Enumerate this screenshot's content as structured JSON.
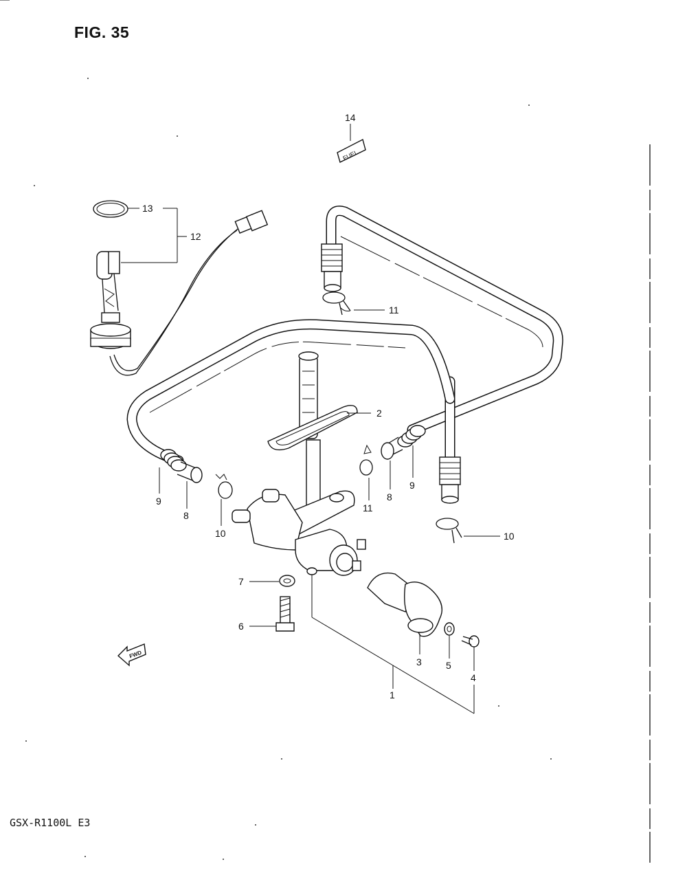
{
  "header": {
    "figure_title": "FIG. 35"
  },
  "footer": {
    "model_code": "GSX-R1100L E3"
  },
  "label_plate": {
    "text": "FUEL"
  },
  "direction_marker": {
    "text": "FWD"
  },
  "callouts": {
    "c1": "1",
    "c2": "2",
    "c3": "3",
    "c4": "4",
    "c5": "5",
    "c6": "6",
    "c7": "7",
    "c8a": "8",
    "c8b": "8",
    "c9a": "9",
    "c9b": "9",
    "c10a": "10",
    "c10b": "10",
    "c11a": "11",
    "c11b": "11",
    "c12": "12",
    "c13": "13",
    "c14": "14"
  }
}
